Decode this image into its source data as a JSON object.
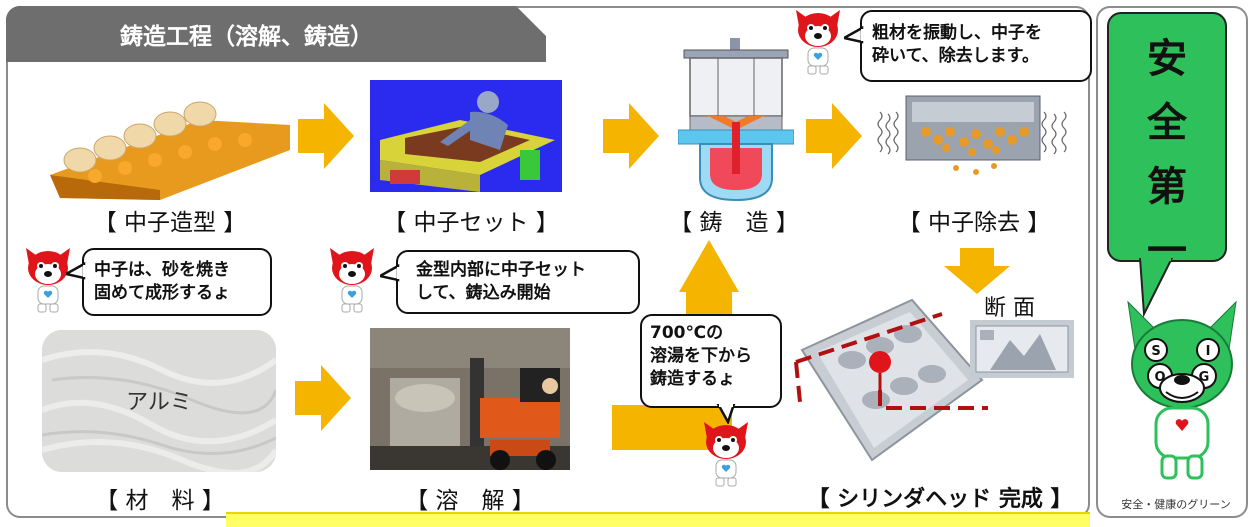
{
  "title": "鋳造工程（溶解、鋳造）",
  "steps": {
    "core_molding": "【 中子造型 】",
    "core_set": "【 中子セット 】",
    "casting": "【 鋳　造 】",
    "core_removal": "【 中子除去 】",
    "material": "【 材　料 】",
    "melting": "【 溶　解 】",
    "complete": "【 シリンダヘッド 完成 】"
  },
  "material_label": "アルミ",
  "section_label": "断 面",
  "bubbles": {
    "core_removal": [
      "粗材を振動し、中子を",
      "砕いて、除去します。"
    ],
    "core_molding": [
      "中子は、砂を焼き",
      "固めて成形するょ"
    ],
    "core_set": [
      "金型内部に中子セット",
      "して、鋳込み開始"
    ],
    "casting": [
      "700℃の",
      "溶湯を下から",
      "鋳造するょ"
    ]
  },
  "safety": {
    "chars": [
      "安",
      "全",
      "第",
      "一"
    ],
    "mascot_letters": [
      "S",
      "I",
      "O",
      "G"
    ],
    "slogan": "安全・健康のグリーン"
  },
  "colors": {
    "arrow": "#f5b400",
    "panel_border": "#8c8c8c",
    "title_tab": "#6e6e6e",
    "safety_green": "#2ec05a",
    "mascot_red": "#e0151b",
    "dash_red": "#b01010"
  }
}
